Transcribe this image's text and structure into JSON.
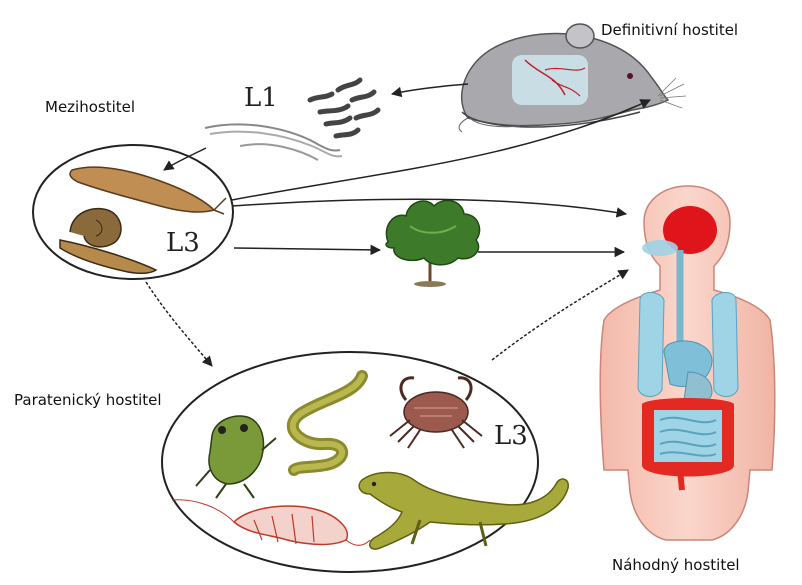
{
  "labels": {
    "definitive_host": "Definitivní hostitel",
    "intermediate_host": "Mezihostitel",
    "paratenic_host": "Paratenický hostitel",
    "accidental_host": "Náhodný hostitel"
  },
  "stages": {
    "l1": "L1",
    "l3_intermediate": "L3",
    "l3_paratenic": "L3"
  },
  "colors": {
    "arrow": "#222222",
    "rat_body": "#a9a9ad",
    "human_skin": "#f5c6b8",
    "organs_blue": "#9fd3e6",
    "brain_red": "#e0141b",
    "intestine_red": "#e22a22",
    "plant_green": "#3d7a2a",
    "lizard": "#a7aa3a",
    "crab": "#9b5a4d"
  },
  "icons": [
    "rat-icon",
    "snail-icon",
    "slug-icon",
    "larvae-l1-icon",
    "plant-icon",
    "human-body-icon",
    "frog-icon",
    "worm-icon",
    "crab-icon",
    "shrimp-icon",
    "lizard-icon"
  ]
}
